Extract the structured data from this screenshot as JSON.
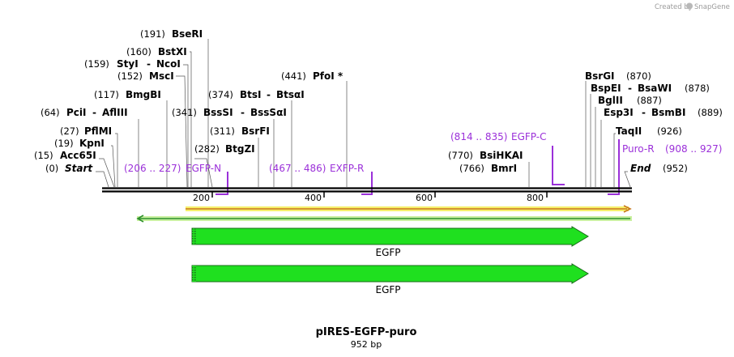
{
  "credit": {
    "prefix": "Created by",
    "brand": "SnapGene"
  },
  "title": "pIRES-EGFP-puro",
  "subtitle": "952 bp",
  "ticks": [
    "200",
    "400",
    "600",
    "800"
  ],
  "sites": {
    "start": {
      "pos": "(0)",
      "name": "Start"
    },
    "acc65i": {
      "pos": "(15)",
      "name": "Acc65I"
    },
    "kpni": {
      "pos": "(19)",
      "name": "KpnI"
    },
    "pflmi": {
      "pos": "(27)",
      "name": "PflMI"
    },
    "pcii": {
      "pos": "(64)",
      "name": "PciI",
      "sep": "-",
      "name2": "AflIII"
    },
    "bmgbi": {
      "pos": "(117)",
      "name": "BmgBI"
    },
    "msci": {
      "pos": "(152)",
      "name": "MscI"
    },
    "styi": {
      "pos": "(159)",
      "name": "StyI",
      "sep": "-",
      "name2": "NcoI"
    },
    "bstxi": {
      "pos": "(160)",
      "name": "BstXI"
    },
    "beri": {
      "pos": "(191)",
      "name": "BseRI"
    },
    "btgzi": {
      "pos": "(282)",
      "name": "BtgZI"
    },
    "bsrfi": {
      "pos": "(311)",
      "name": "BsrFI"
    },
    "bsssi": {
      "pos": "(341)",
      "name": "BssSI",
      "sep": "-",
      "name2": "BssSαI"
    },
    "btsi": {
      "pos": "(374)",
      "name": "BtsI",
      "sep": "-",
      "name2": "BtsαI"
    },
    "pfoi": {
      "pos": "(441)",
      "name": "PfoI *"
    },
    "bmri": {
      "pos": "(766)",
      "name": "BmrI"
    },
    "bsihkai": {
      "pos": "(770)",
      "name": "BsiHKAI"
    },
    "bsrgi": {
      "name": "BsrGI",
      "pos": "(870)"
    },
    "bspei": {
      "name": "BspEI",
      "sep": "-",
      "name2": "BsaWI",
      "pos": "(878)"
    },
    "bglii": {
      "name": "BglII",
      "pos": "(887)"
    },
    "esp3i": {
      "name": "Esp3I",
      "sep": "-",
      "name2": "BsmBI",
      "pos": "(889)"
    },
    "taqii": {
      "name": "TaqII",
      "pos": "(926)"
    },
    "end": {
      "name": "End",
      "pos": "(952)"
    }
  },
  "primers": {
    "egfp_n": {
      "range": "(206 .. 227)",
      "name": "EGFP-N"
    },
    "exfp_r": {
      "range": "(467 .. 486)",
      "name": "EXFP-R"
    },
    "egfp_c": {
      "range": "(814 .. 835)",
      "name": "EGFP-C"
    },
    "puro_r": {
      "name": "Puro-R",
      "range": "(908 .. 927)"
    }
  },
  "features": [
    {
      "name": "EGFP"
    },
    {
      "name": "EGFP"
    }
  ],
  "colors": {
    "primer": "#9b30d9",
    "feature_fill": "#1fe01f",
    "orf_line": "#c8781e",
    "orf_glow": "#f6f06a",
    "rev_line": "#2d8f2d",
    "rev_glow": "#c9f0a0"
  }
}
